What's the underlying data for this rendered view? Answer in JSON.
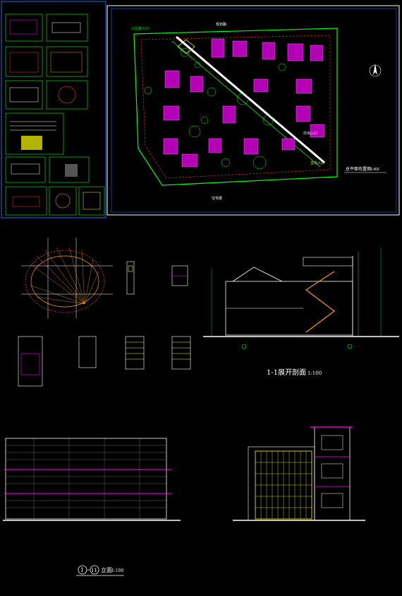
{
  "site_plan": {
    "title": "总平面布置图",
    "scale": "1:400",
    "labels": [
      "小区南入口",
      "规划路",
      "住宅楼",
      "次出入口",
      "主出入口"
    ]
  },
  "section_view": {
    "title": "1-1展开剖面",
    "scale": "1:100"
  },
  "elevation": {
    "axis_start": "1",
    "axis_end": "11",
    "title_suffix": "立面",
    "scale": "1:100"
  },
  "colors": {
    "background": "#000000",
    "green": "#00ff00",
    "magenta": "#ff00ff",
    "cyan": "#00ffff",
    "yellow": "#ffff00",
    "white": "#ffffff",
    "red": "#ff3030",
    "orange": "#ff9900"
  }
}
